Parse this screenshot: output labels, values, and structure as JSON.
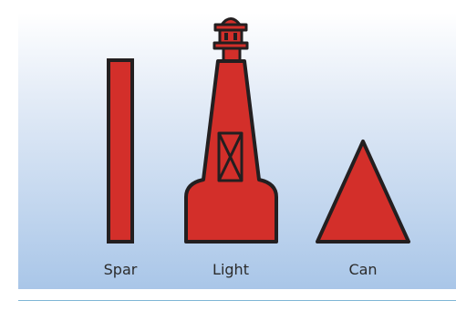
{
  "labels": {
    "spar": "Spar",
    "light": "Light",
    "can": "Can"
  },
  "colors": {
    "buoy_fill": "#d32f2a",
    "outline": "#231f20",
    "background_top": "#ffffff",
    "background_bottom": "#a9c6e8",
    "divider": "#7fb6d6"
  }
}
